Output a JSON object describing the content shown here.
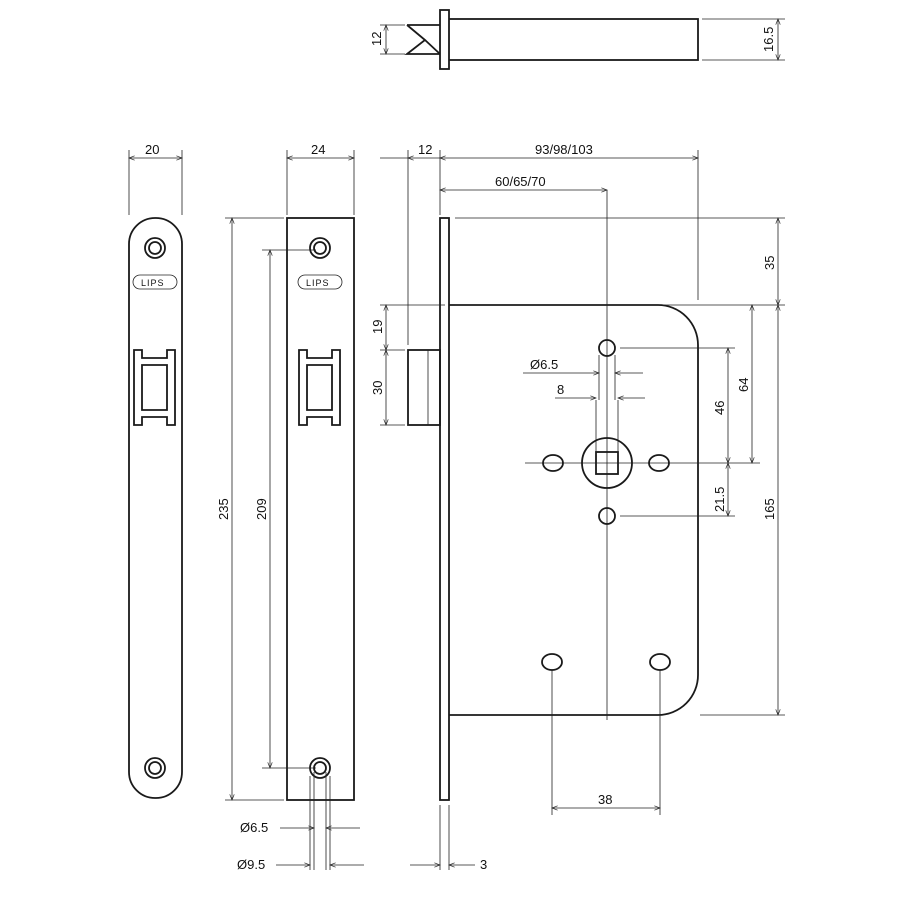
{
  "logo_text": "LIPS",
  "dimensions": {
    "top_latch_height": "12",
    "top_body_height": "16.5",
    "plate1_width": "20",
    "plate2_width": "24",
    "latch_offset": "12",
    "case_depth": "93/98/103",
    "backset": "60/65/70",
    "top_to_case": "35",
    "case_height": "165",
    "follower_to_top_hole": "64",
    "hole_to_follower": "46",
    "follower_to_lower_hole": "21.5",
    "hole_diameter_case": "Ø6.5",
    "spindle_square": "8",
    "latch_top_offset": "19",
    "latch_height": "30",
    "plate_length": "235",
    "hole_spacing": "209",
    "hole_diameter_small": "Ø6.5",
    "hole_diameter_large": "Ø9.5",
    "lower_hole_spacing": "38",
    "faceplate_thickness": "3"
  }
}
